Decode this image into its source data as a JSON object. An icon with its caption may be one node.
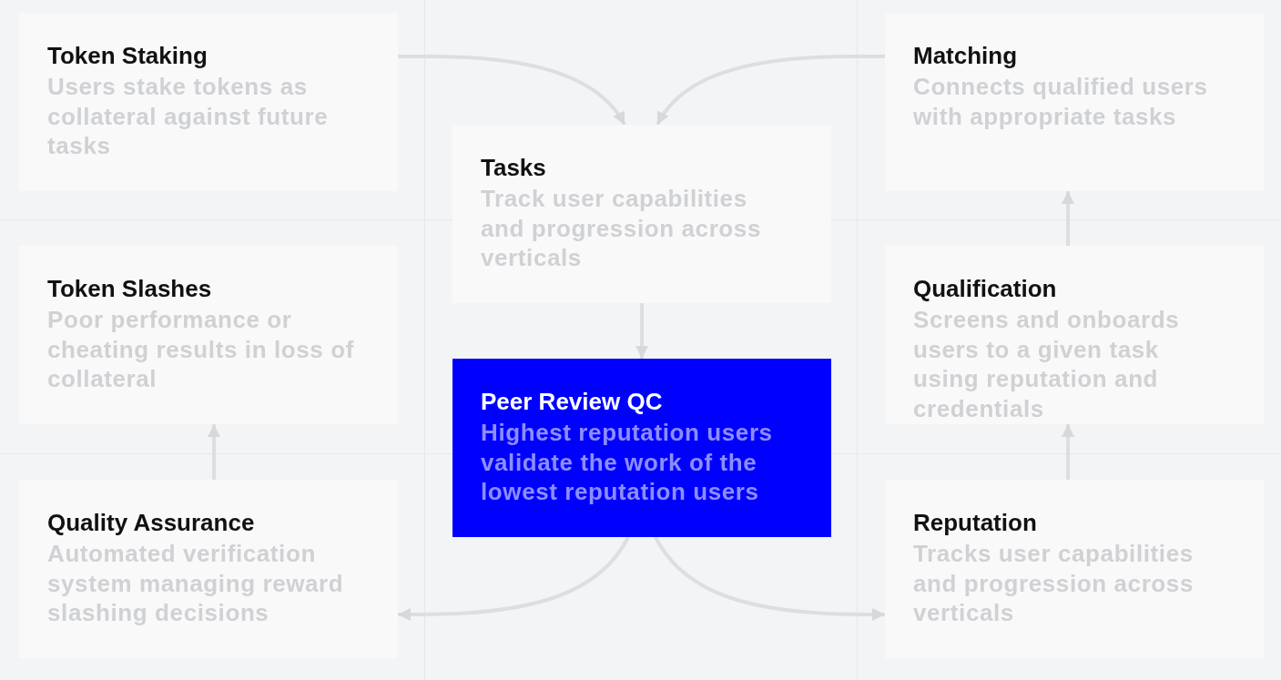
{
  "diagram": {
    "nodes": [
      {
        "text": [
          "Token Staking",
          "Users stake tokens as collateral against future tasks"
        ]
      },
      {
        "text": [
          "Tasks",
          "Track user capabilities and progression across verticals"
        ]
      },
      {
        "text": [
          "Matching",
          "Connects qualified users with appropriate tasks"
        ]
      },
      {
        "text": [
          "Token Slashes",
          "Poor performance or cheating results in loss of collateral"
        ]
      },
      {
        "text": [
          "Qualification",
          "Screens and onboards users to a given task using reputation and credentials"
        ]
      },
      {
        "text": [
          "Peer Review QC",
          "Highest reputation users validate the work of the lowest reputation users"
        ]
      },
      {
        "text": [
          "Quality Assurance",
          "Automated verification system managing reward slashing decisions"
        ]
      },
      {
        "text": [
          "Reputation",
          "Tracks user capabilities and progression across verticals"
        ]
      }
    ],
    "edges": [
      {
        "from": 0,
        "to": 1,
        "arrow": "to"
      },
      {
        "from": 2,
        "to": 1,
        "arrow": "to"
      },
      {
        "from": 1,
        "to": 5,
        "arrow": "to"
      },
      {
        "from": 5,
        "to": 6,
        "arrow": "to"
      },
      {
        "from": 5,
        "to": 7,
        "arrow": "to"
      },
      {
        "from": 7,
        "to": 4,
        "arrow": "to"
      },
      {
        "from": 4,
        "to": 2,
        "arrow": "to"
      },
      {
        "from": 6,
        "to": 3,
        "arrow": "to"
      }
    ]
  }
}
